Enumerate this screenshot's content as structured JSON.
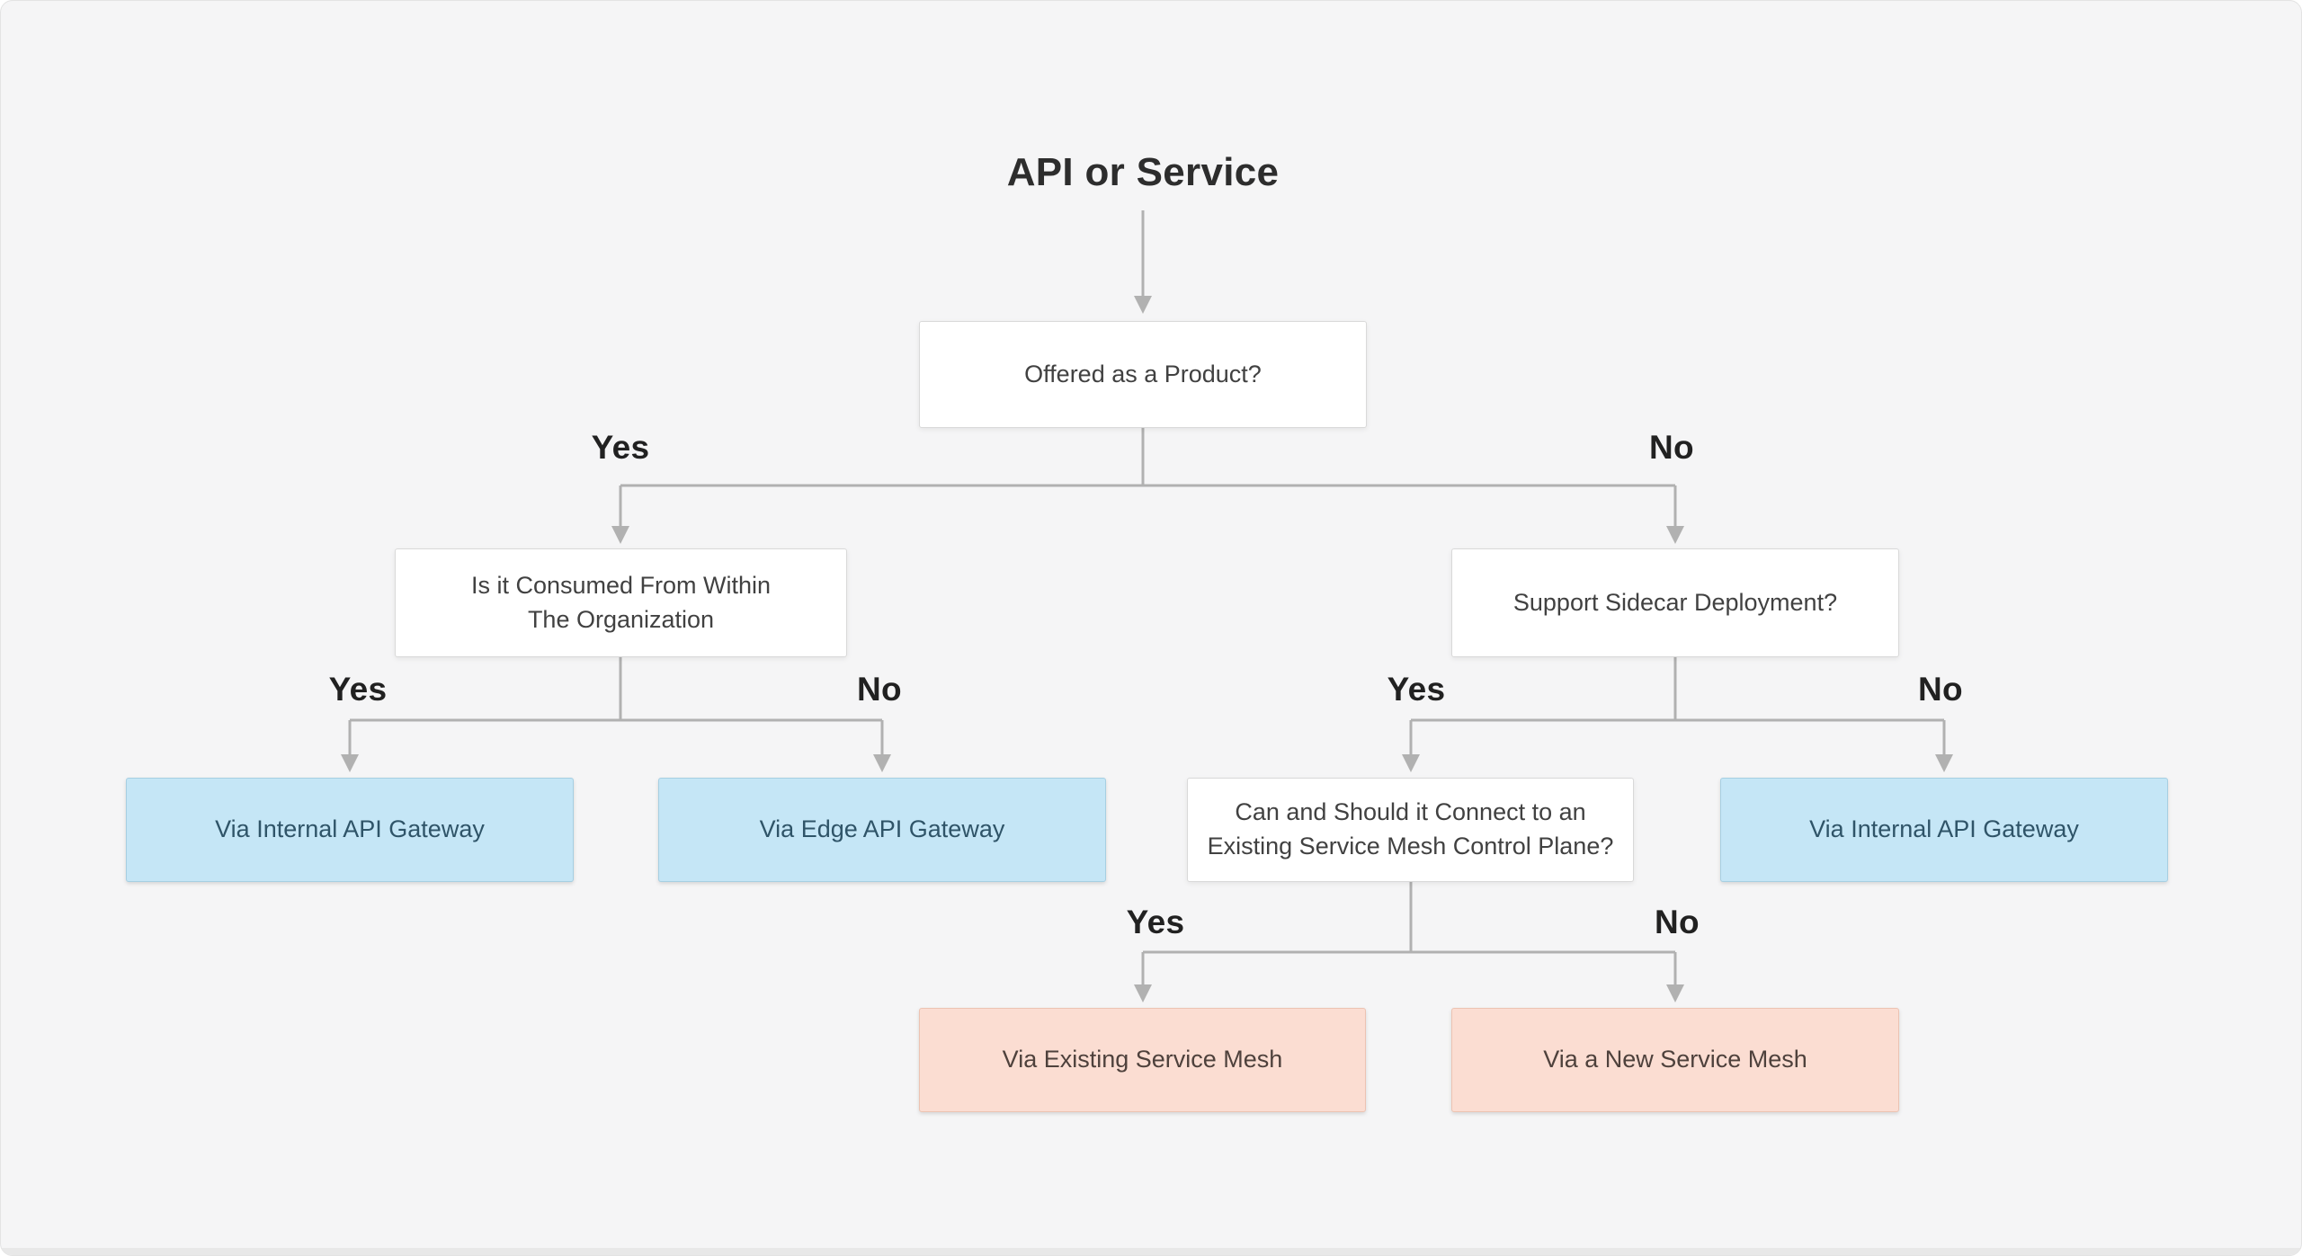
{
  "diagram": {
    "title": "API or Service",
    "colors": {
      "background": "#f5f5f6",
      "bottom_strip": "#e8e8e8",
      "line": "#b1b1b1",
      "title_text": "#2d2d2d",
      "label_text": "#212121",
      "question_text": "#414141",
      "decision_fill": "#ffffff",
      "decision_border": "#d9d9d9",
      "gateway_fill": "#c5e6f6",
      "gateway_border": "#a6cfe2",
      "gateway_text": "#2f5468",
      "mesh_fill": "#fbddd2",
      "mesh_border": "#ecc3b2",
      "mesh_text": "#4e413c"
    },
    "nodes": {
      "root_question": "Offered as a Product?",
      "left_question_line1": "Is it Consumed From Within",
      "left_question_line2": "The Organization",
      "right_question": "Support Sidecar Deployment?",
      "mesh_question_line1": "Can and Should it Connect to an",
      "mesh_question_line2": "Existing Service Mesh Control Plane?",
      "outcome_internal_gateway_left": "Via Internal API Gateway",
      "outcome_edge_gateway": "Via Edge API Gateway",
      "outcome_internal_gateway_right": "Via Internal API Gateway",
      "outcome_existing_mesh": "Via Existing Service Mesh",
      "outcome_new_mesh": "Via a New Service Mesh"
    },
    "branch_labels": {
      "level1_yes": "Yes",
      "level1_no": "No",
      "level2_left_yes": "Yes",
      "level2_left_no": "No",
      "level2_right_yes": "Yes",
      "level2_right_no": "No",
      "level3_yes": "Yes",
      "level3_no": "No"
    }
  }
}
